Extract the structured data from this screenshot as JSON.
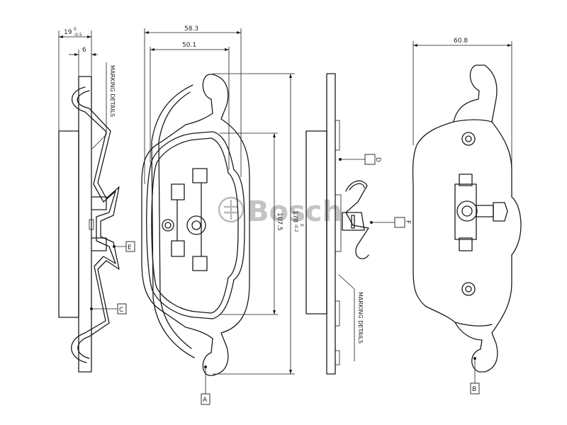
{
  "dimensions": {
    "thickness_tol_sup": "0",
    "thickness_label": "19",
    "thickness_tol_sub": "-0.5",
    "backplate_thickness": "6",
    "width_outer": "58.3",
    "width_inner": "50.1",
    "width_rear": "60.8",
    "height_total": "178",
    "height_total_tol_sup": "0",
    "height_total_tol_sub": "-0.2",
    "height_lining": "107.5"
  },
  "callouts": {
    "a": "A",
    "b": "B",
    "c": "C",
    "d": "D",
    "e": "E",
    "f": "F"
  },
  "notes": {
    "marking_left": "MARKING  DETAILS",
    "marking_right": "MARKING  DETAILS"
  },
  "watermark": {
    "text": "Bosch"
  }
}
